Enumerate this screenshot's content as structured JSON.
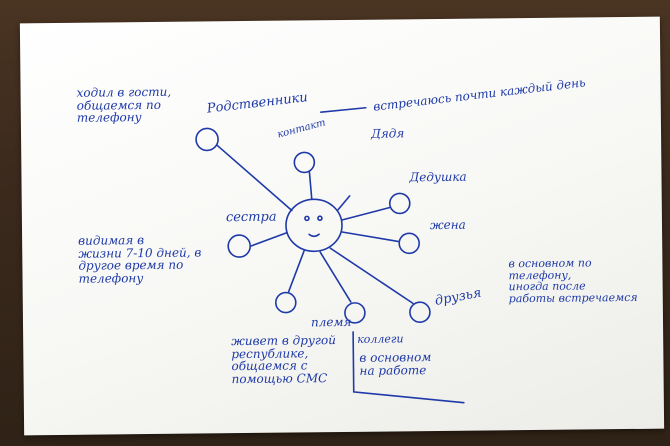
{
  "note": {
    "center": "",
    "relatives": "Родственники",
    "siblings": "",
    "visiting": "",
    "sister": "сестра",
    "husband": "",
    "wife": "жена",
    "niece": "",
    "friends": "друзья",
    "nephew": "племя-",
    "colleagues": "коллеги",
    "top_left": "ходил в гости,\nобщаемся по\nтелефону",
    "top_right": "встречаюсь почти каждый день",
    "contacts_label": "контакт",
    "relative_near": "Дядя",
    "relative_right": "Дедушка",
    "left_middle": "видимая в\nжизни 7-10 дней, в\nдругое время по\nтелефону",
    "right_middle": "в основном по\nтелефону,\nиногда после\nработы встречаемся",
    "bottom_center": "живет в другой\nреспублике,\nобщаемся с\nпомощью СМС",
    "bottom_right": "в основном\nна работе"
  },
  "colors": {
    "ink": "#1f3aa8",
    "paper": "#f7f7f4",
    "background": "#3b2a1d"
  }
}
